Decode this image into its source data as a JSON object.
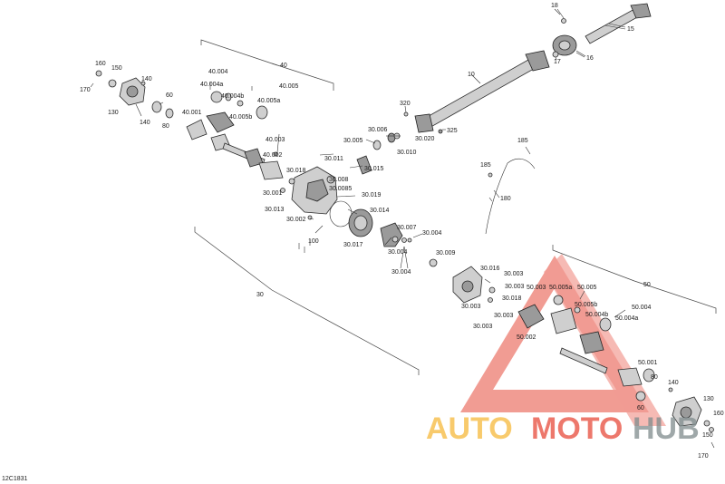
{
  "figure_code": "12C1831",
  "watermark": {
    "part1": "AUTO",
    "part2": "MOTO",
    "part3": "HUB",
    "colors": {
      "part1": "#f6b93b",
      "part2": "#e74c3c",
      "part3": "#7f8c8d",
      "triangle": "#e74c3c"
    }
  },
  "labels": [
    {
      "id": "l18",
      "text": "18"
    },
    {
      "id": "l15",
      "text": "15"
    },
    {
      "id": "l17",
      "text": "17"
    },
    {
      "id": "l16",
      "text": "16"
    },
    {
      "id": "l10",
      "text": "10"
    },
    {
      "id": "l40",
      "text": "40"
    },
    {
      "id": "l160a",
      "text": "160"
    },
    {
      "id": "l150a",
      "text": "150"
    },
    {
      "id": "l170a",
      "text": "170"
    },
    {
      "id": "l140a",
      "text": "140"
    },
    {
      "id": "l130a",
      "text": "130"
    },
    {
      "id": "l140b",
      "text": "140"
    },
    {
      "id": "l60a",
      "text": "60"
    },
    {
      "id": "l80a",
      "text": "80"
    },
    {
      "id": "l40004",
      "text": "40.004"
    },
    {
      "id": "l40004a",
      "text": "40.004a"
    },
    {
      "id": "l40004b",
      "text": "40.004b"
    },
    {
      "id": "l40005",
      "text": "40.005"
    },
    {
      "id": "l40005a",
      "text": "40.005a"
    },
    {
      "id": "l40005b",
      "text": "40.005b"
    },
    {
      "id": "l40001",
      "text": "40.001"
    },
    {
      "id": "l40003",
      "text": "40.003"
    },
    {
      "id": "l40002",
      "text": "40.002"
    },
    {
      "id": "l320",
      "text": "320"
    },
    {
      "id": "l325",
      "text": "325"
    },
    {
      "id": "l30006",
      "text": "30.006"
    },
    {
      "id": "l30005",
      "text": "30.005"
    },
    {
      "id": "l30020",
      "text": "30.020"
    },
    {
      "id": "l30010",
      "text": "30.010"
    },
    {
      "id": "l30011",
      "text": "30.011"
    },
    {
      "id": "l30015",
      "text": "30.015"
    },
    {
      "id": "l30018a",
      "text": "30.018"
    },
    {
      "id": "l30001",
      "text": "30.001"
    },
    {
      "id": "l30008",
      "text": "30.008"
    },
    {
      "id": "l300085",
      "text": "30.0085"
    },
    {
      "id": "l30019",
      "text": "30.019"
    },
    {
      "id": "l30013",
      "text": "30.013"
    },
    {
      "id": "l30014",
      "text": "30.014"
    },
    {
      "id": "l30002",
      "text": "30.002"
    },
    {
      "id": "l30007",
      "text": "30.007"
    },
    {
      "id": "l30004a",
      "text": "30.004"
    },
    {
      "id": "l100",
      "text": "100"
    },
    {
      "id": "l30017",
      "text": "30.017"
    },
    {
      "id": "l30004b",
      "text": "30.004"
    },
    {
      "id": "l30009",
      "text": "30.009"
    },
    {
      "id": "l30004c",
      "text": "30.004"
    },
    {
      "id": "l185a",
      "text": "185"
    },
    {
      "id": "l185b",
      "text": "185"
    },
    {
      "id": "l180",
      "text": "180"
    },
    {
      "id": "l30",
      "text": "30"
    },
    {
      "id": "l30016",
      "text": "30.016"
    },
    {
      "id": "l30003a",
      "text": "30.003"
    },
    {
      "id": "l30003b",
      "text": "30.003"
    },
    {
      "id": "l30018b",
      "text": "30.018"
    },
    {
      "id": "l30003c",
      "text": "30.003"
    },
    {
      "id": "l30003d",
      "text": "30.003"
    },
    {
      "id": "l30003e",
      "text": "30.003"
    },
    {
      "id": "l50003",
      "text": "50.003"
    },
    {
      "id": "l50005a",
      "text": "50.005a"
    },
    {
      "id": "l50005",
      "text": "50.005"
    },
    {
      "id": "l50",
      "text": "50"
    },
    {
      "id": "l50005b",
      "text": "50.005b"
    },
    {
      "id": "l50004",
      "text": "50.004"
    },
    {
      "id": "l50004b",
      "text": "50.004b"
    },
    {
      "id": "l50004a",
      "text": "50.004a"
    },
    {
      "id": "l50002",
      "text": "50.002"
    },
    {
      "id": "l50001",
      "text": "50.001"
    },
    {
      "id": "l80b",
      "text": "80"
    },
    {
      "id": "l140c",
      "text": "140"
    },
    {
      "id": "l130b",
      "text": "130"
    },
    {
      "id": "l60b",
      "text": "60"
    },
    {
      "id": "l160b",
      "text": "160"
    },
    {
      "id": "l150b",
      "text": "150"
    },
    {
      "id": "l170b",
      "text": "170"
    }
  ]
}
